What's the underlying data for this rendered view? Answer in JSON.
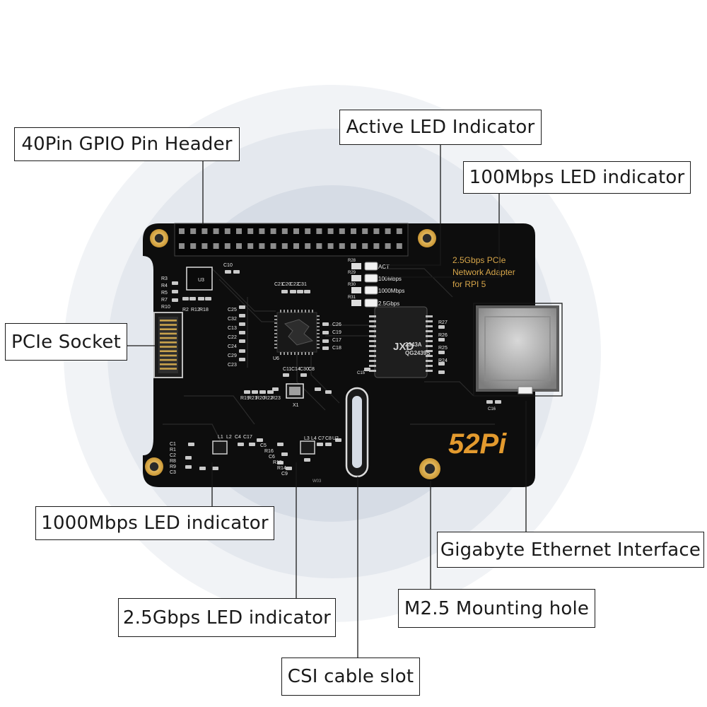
{
  "colors": {
    "background": "#ffffff",
    "halo_outer": "#f1f3f6",
    "halo_mid": "#e4e8ee",
    "halo_inner": "#d6dce5",
    "board": "#0d0d0d",
    "silkscreen": "#e8e8e8",
    "gold": "#d7a64a",
    "brand": "#e39a2e",
    "callout_border": "#1a1a1a"
  },
  "callouts": {
    "gpio_header": "40Pin GPIO Pin Header",
    "active_led": "Active LED Indicator",
    "led_100mbps": "100Mbps LED indicator",
    "pcie_socket": "PCIe Socket",
    "led_1000mbps": "1000Mbps LED indicator",
    "gigabit_ethernet": "Gigabyte Ethernet Interface",
    "mounting_hole": "M2.5 Mounting hole",
    "led_2_5gbps": "2.5Gbps LED indicator",
    "csi_slot": "CSI cable slot"
  },
  "board": {
    "title_lines": [
      "2.5Gbps PCIe",
      "Network Adapter",
      "for RPI 5"
    ],
    "brand": "52Pi",
    "led_labels": [
      "ACT",
      "100Mbps",
      "1000Mbps",
      "2.5Gbps"
    ],
    "led_refs": [
      "R28",
      "R29",
      "R30",
      "R31"
    ],
    "chip_u6": "U6",
    "chip_u3": "U3",
    "crystal": "X1",
    "transformer_lines": [
      "JXD",
      "2343A",
      "QG2439S"
    ],
    "revision": "W03",
    "refdes": {
      "r_left": [
        "R3",
        "R4",
        "R5",
        "R7",
        "R10",
        "R2",
        "R12",
        "R18"
      ],
      "caps_left": [
        "C25",
        "C32",
        "C13",
        "C22",
        "C24",
        "C29",
        "C23"
      ],
      "caps_right": [
        "C26",
        "C19",
        "C17",
        "C18"
      ],
      "top_mid": [
        "C10",
        "C21",
        "C20",
        "C22",
        "C31"
      ],
      "center_low": [
        "C11",
        "C14",
        "C30",
        "C8"
      ],
      "r_row": [
        "R19",
        "R21",
        "R20",
        "R22",
        "R23"
      ],
      "right_r": [
        "R27",
        "R26",
        "R25",
        "R24"
      ],
      "bottom_left": [
        "C1",
        "R1",
        "C2",
        "R8",
        "R9",
        "C3",
        "L1",
        "L2",
        "C4",
        "C17"
      ],
      "bottom_mid": [
        "C5",
        "R16",
        "C6",
        "R15",
        "R14",
        "C9",
        "L3",
        "L4",
        "C7",
        "C8",
        "U2"
      ],
      "c15": "C15",
      "c16": "C16"
    }
  }
}
